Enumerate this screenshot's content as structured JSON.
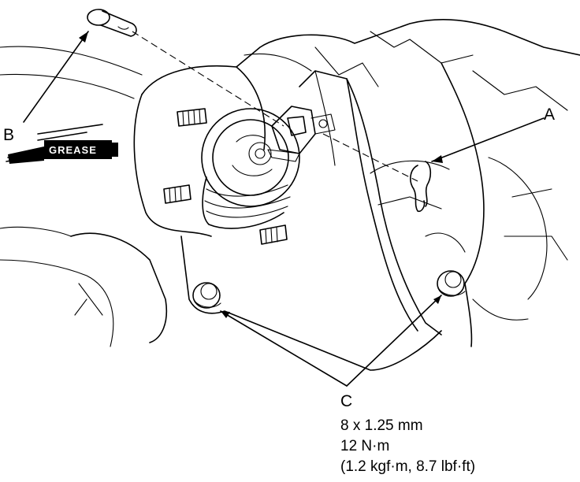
{
  "callouts": {
    "a": "A",
    "b": "B",
    "c": "C"
  },
  "grease_label": "GREASE",
  "torque_spec": {
    "bolt_size": "8 x 1.25 mm",
    "torque_nm": "12 N·m",
    "torque_alt": "(1.2 kgf·m, 8.7 lbf·ft)"
  },
  "colors": {
    "line": "#000000",
    "background": "#ffffff"
  }
}
